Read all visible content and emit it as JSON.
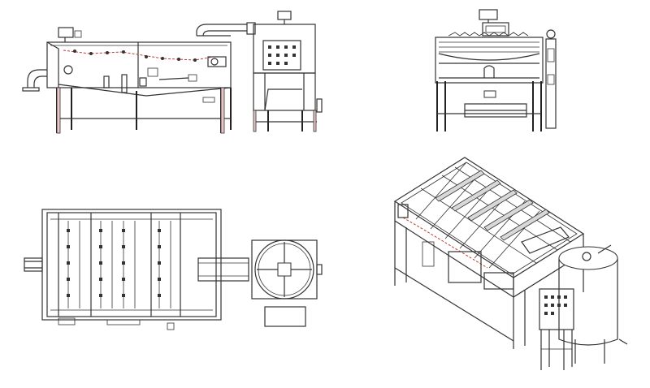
{
  "drawing": {
    "views": [
      "front-elevation",
      "end-elevation",
      "plan-view",
      "isometric-view"
    ],
    "colors": {
      "line": "#333333",
      "chain_accent": "#c0392b",
      "leg_accent": "#e8c6c6",
      "background": "#ffffff"
    }
  }
}
